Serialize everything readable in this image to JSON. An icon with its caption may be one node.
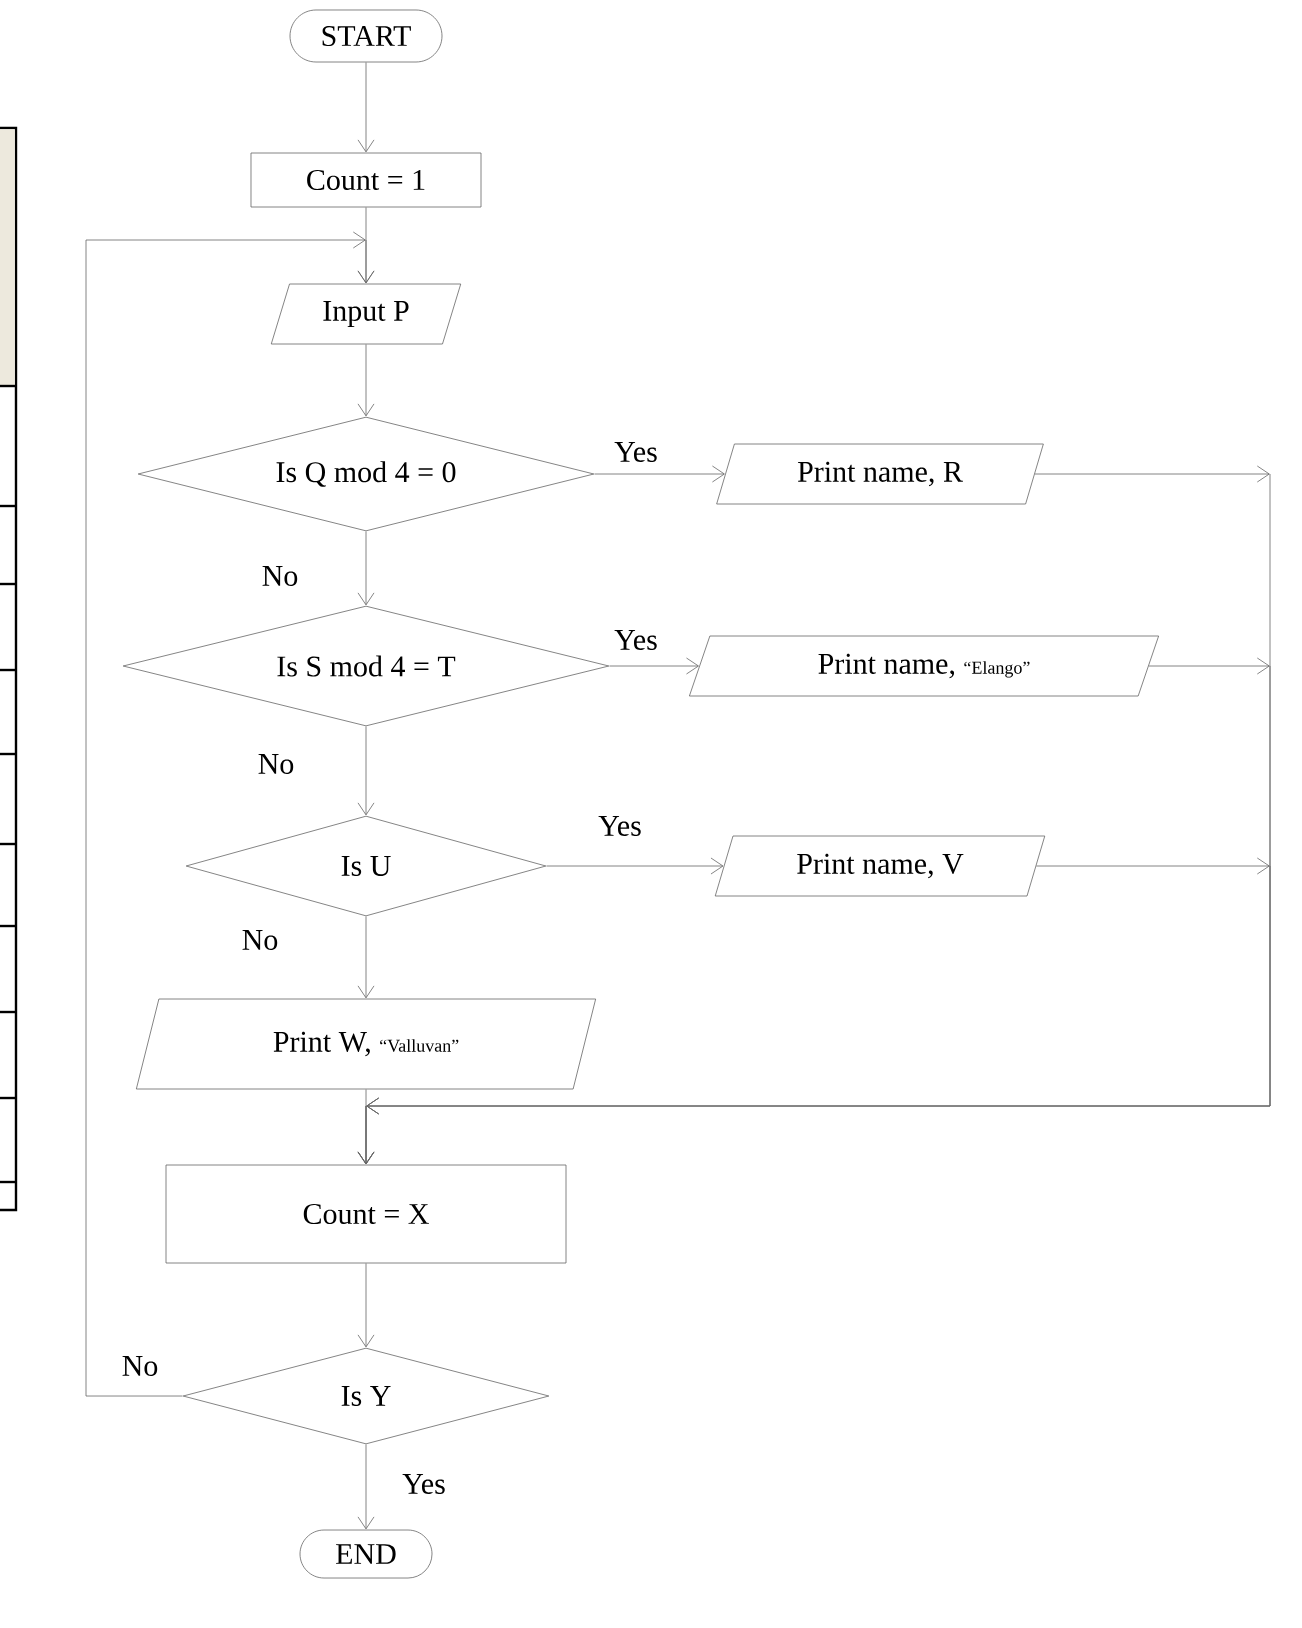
{
  "diagram": {
    "nodes": [
      {
        "text": [
          "START"
        ]
      },
      {
        "text": [
          "Count = 1"
        ]
      },
      {
        "text": [
          "Input P"
        ]
      },
      {
        "text": [
          "Is Q mod 4 = 0"
        ]
      },
      {
        "text": [
          "Print name, R"
        ]
      },
      {
        "text": [
          "Is S mod 4 = T"
        ]
      },
      {
        "text": [
          "Print name,",
          "“Elango”"
        ]
      },
      {
        "text": [
          "Is U"
        ]
      },
      {
        "text": [
          "Print name, V"
        ]
      },
      {
        "text": [
          "Print W,",
          "“Valluvan”"
        ]
      },
      {
        "text": [
          "Count = X"
        ]
      },
      {
        "text": [
          "Is Y"
        ]
      },
      {
        "text": [
          "END"
        ]
      }
    ],
    "edges": [
      {
        "from": 0,
        "to": 1,
        "arrow": "to"
      },
      {
        "from": 1,
        "to": 2,
        "arrow": "to"
      },
      {
        "from": 2,
        "to": 3,
        "arrow": "to"
      },
      {
        "from": 3,
        "to": 4,
        "arrow": "to",
        "label": "Yes"
      },
      {
        "from": 3,
        "to": 5,
        "arrow": "to",
        "label": "No"
      },
      {
        "from": 5,
        "to": 6,
        "arrow": "to",
        "label": "Yes"
      },
      {
        "from": 5,
        "to": 7,
        "arrow": "to",
        "label": "No"
      },
      {
        "from": 7,
        "to": 8,
        "arrow": "to",
        "label": "Yes"
      },
      {
        "from": 7,
        "to": 9,
        "arrow": "to",
        "label": "No"
      },
      {
        "from": 4,
        "to": 10,
        "arrow": "to"
      },
      {
        "from": 6,
        "to": 10,
        "arrow": "to"
      },
      {
        "from": 8,
        "to": 10,
        "arrow": "to"
      },
      {
        "from": 9,
        "to": 10,
        "arrow": "to"
      },
      {
        "from": 10,
        "to": 11,
        "arrow": "to"
      },
      {
        "from": 11,
        "to": 2,
        "arrow": "to",
        "label": "No"
      },
      {
        "from": 11,
        "to": 12,
        "arrow": "to",
        "label": "Yes"
      }
    ]
  }
}
